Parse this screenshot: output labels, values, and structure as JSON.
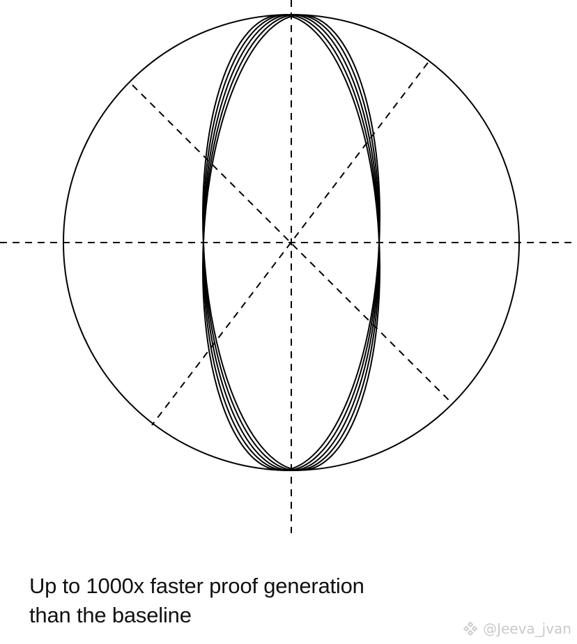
{
  "caption": {
    "line1": "Up to 1000x faster proof generation",
    "line2": "than the baseline"
  },
  "watermark": {
    "handle": "@Jeeva_jvan",
    "icon": "binance-square-icon"
  },
  "diagram": {
    "stroke_color": "#000000",
    "watermark_color": "#c9c9c9",
    "ellipse_tilts_deg": [
      -3,
      -1.5,
      0,
      1.5,
      3
    ],
    "dashed_axis_angles_deg": [
      0,
      90,
      35,
      -35
    ]
  }
}
